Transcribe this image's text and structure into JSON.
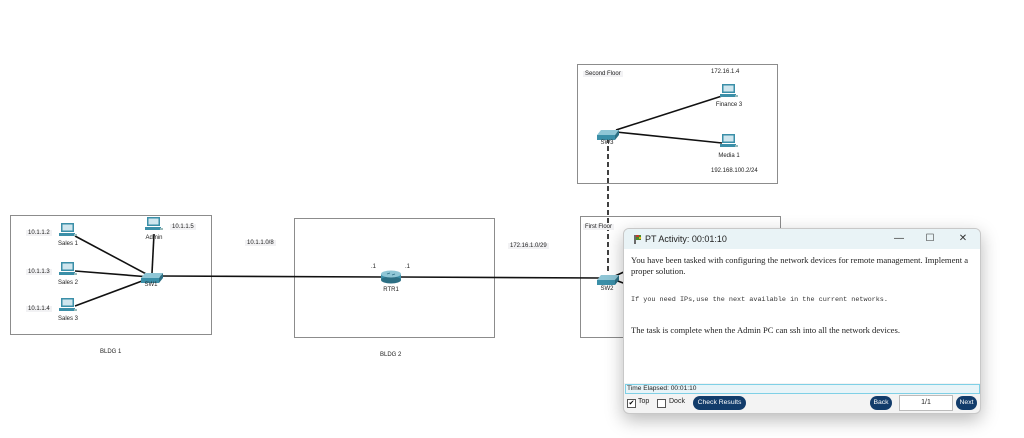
{
  "topology": {
    "areas": [
      {
        "id": "bldg1",
        "name": "BLDG 1"
      },
      {
        "id": "bldg2",
        "name": "BLDG 2"
      },
      {
        "id": "second_floor",
        "name": "Second Floor"
      },
      {
        "id": "first_floor",
        "name": "First Floor"
      }
    ],
    "devices": {
      "sales1": {
        "name": "Sales 1",
        "type": "pc",
        "ip": "10.1.1.2"
      },
      "sales2": {
        "name": "Sales 2",
        "type": "pc",
        "ip": "10.1.1.3"
      },
      "sales3": {
        "name": "Sales 3",
        "type": "pc",
        "ip": "10.1.1.4"
      },
      "admin": {
        "name": "Admin",
        "type": "pc",
        "ip": "10.1.1.5"
      },
      "sw1": {
        "name": "SW1",
        "type": "switch"
      },
      "rtr1": {
        "name": "RTR1",
        "type": "router",
        "if_left": ".1",
        "if_right": ".1"
      },
      "sw2": {
        "name": "SW2",
        "type": "switch"
      },
      "sw3": {
        "name": "SW3",
        "type": "switch"
      },
      "finance3": {
        "name": "Finance 3",
        "type": "pc",
        "ip": "172.16.1.4"
      },
      "media1": {
        "name": "Media 1",
        "type": "pc",
        "ip": "192.168.100.2/24"
      }
    },
    "network_labels": {
      "lan1": "10.1.1.0/8",
      "lan2": "172.16.1.0/29"
    }
  },
  "activity_window": {
    "title": "PT Activity: 00:01:10",
    "controls": {
      "minimize": "—",
      "maximize": "☐",
      "close": "✕"
    },
    "instructions": [
      "You have been tasked with configuring the network devices for remote management. Implement a proper solution.",
      "If you need IPs,use the next available in the current networks.",
      "The task is complete when the Admin PC can ssh into all the network devices."
    ],
    "time_elapsed": "Time Elapsed: 00:01:10",
    "top_label": "Top",
    "top_checked": true,
    "dock_label": "Dock",
    "dock_checked": false,
    "check_results_label": "Check Results",
    "back_label": "Back",
    "page_indicator": "1/1",
    "next_label": "Next"
  },
  "colors": {
    "button_navy": "#123c6b",
    "titlebar": "#e9f3f6",
    "device_teal": "#3b8fa8",
    "elapsed_border": "#7fd0e6"
  }
}
